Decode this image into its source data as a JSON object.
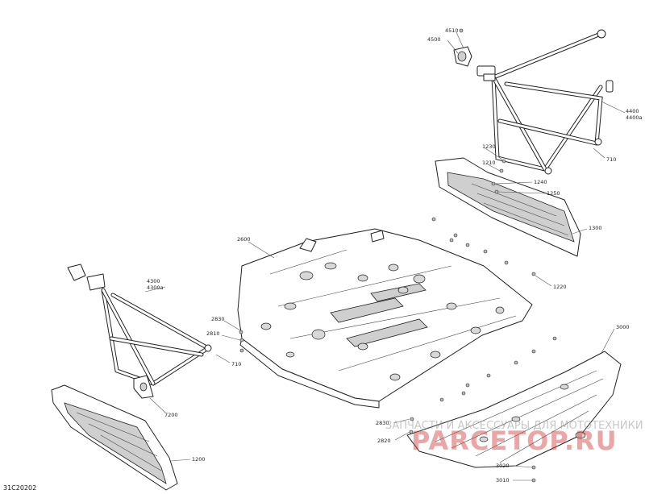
{
  "diagram_code": "31C20202",
  "callouts": {
    "p4510": "4510",
    "p4500": "4500",
    "p4400": "4400",
    "p4400a": "4400a",
    "p710_top": "710",
    "p1230": "1230",
    "p1210": "1210",
    "p1240": "1240",
    "p1250": "1250",
    "p1300": "1300",
    "p2600": "2600",
    "p1220": "1220",
    "p4300": "4300",
    "p4300a": "4300a",
    "p2830_left": "2830",
    "p2810": "2810",
    "p710_left": "710",
    "p3000": "3000",
    "p7200": "7200",
    "p2830_bottom": "2830",
    "p2820": "2820",
    "p1200": "1200",
    "p3020": "3020",
    "p3010": "3010"
  },
  "watermark": {
    "text": "ЗАПЧАСТИ И АКСЕССУАРЫ ДЛЯ МОТОТЕХНИКИ",
    "logo": "PARCETOP.RU"
  }
}
